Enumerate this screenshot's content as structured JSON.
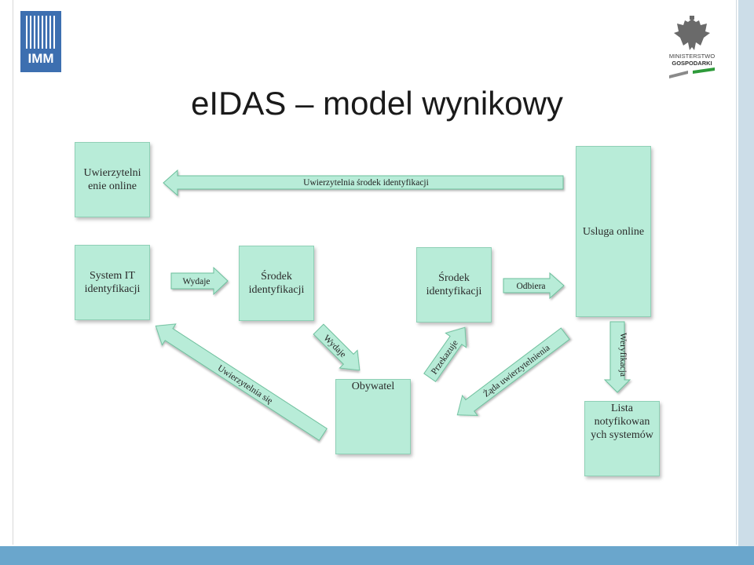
{
  "slide": {
    "title": "eIDAS – model wynikowy",
    "logo_left_text": "IMM",
    "logo_right_line1": "MINISTERSTWO",
    "logo_right_line2": "GOSPODARKI"
  },
  "boxes": {
    "uwierzytelnienie_online": "Uwierzytelni enie online",
    "usluga_online": "Usluga online",
    "system_it": "System IT identyfikacji",
    "srodek_1": "Środek identyfikacji",
    "srodek_2": "Środek identyfikacji",
    "obywatel": "Obywatel",
    "lista": "Lista notyfikowan ych systemów"
  },
  "arrows": {
    "top": "Uwierzytelnia środek identyfikacji",
    "wydaje_1": "Wydaje",
    "odbiera": "Odbiera",
    "wydaje_2": "Wydaje",
    "przekazuje": "Przekazuje",
    "uwierzytelnia_sie": "Uwierzytelnia się",
    "zada": "Żąda uwierzytelnienia",
    "weryfikacja": "Weryfikacja"
  },
  "colors": {
    "box_fill": "#b8ecd8",
    "arrow_fill": "#b8ecd8",
    "frame_blue": "#6aa6cc",
    "logo_blue": "#2a4a8a",
    "logo_green": "#2e9a3a"
  }
}
